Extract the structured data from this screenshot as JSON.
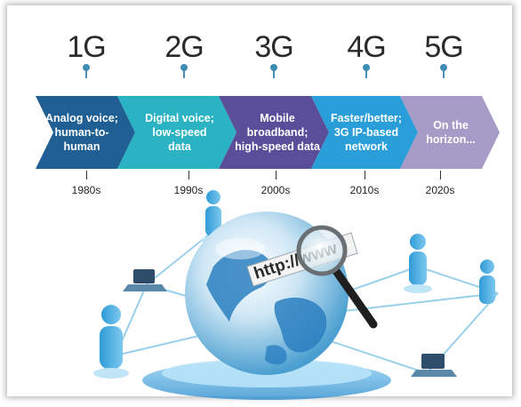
{
  "generations": [
    {
      "gen": "1G",
      "desc": "Analog voice;\nhuman-to-\nhuman",
      "decade": "1980s",
      "color": "#1f5f93"
    },
    {
      "gen": "2G",
      "desc": "Digital voice;\nlow-speed\ndata",
      "decade": "1990s",
      "color": "#2bb3c4"
    },
    {
      "gen": "3G",
      "desc": "Mobile\nbroadband;\nhigh-speed data",
      "decade": "2000s",
      "color": "#5a4d9a"
    },
    {
      "gen": "4G",
      "desc": "Faster/better;\n3G IP-based\nnetwork",
      "decade": "2010s",
      "color": "#2a9ed8"
    },
    {
      "gen": "5G",
      "desc": "On the\nhorizon...",
      "decade": "2020s",
      "color": "#a79cc8"
    }
  ],
  "illustration": {
    "url_text": "http://www",
    "icons": [
      "globe-icon",
      "magnifier-icon",
      "person-icon",
      "laptop-icon"
    ]
  }
}
